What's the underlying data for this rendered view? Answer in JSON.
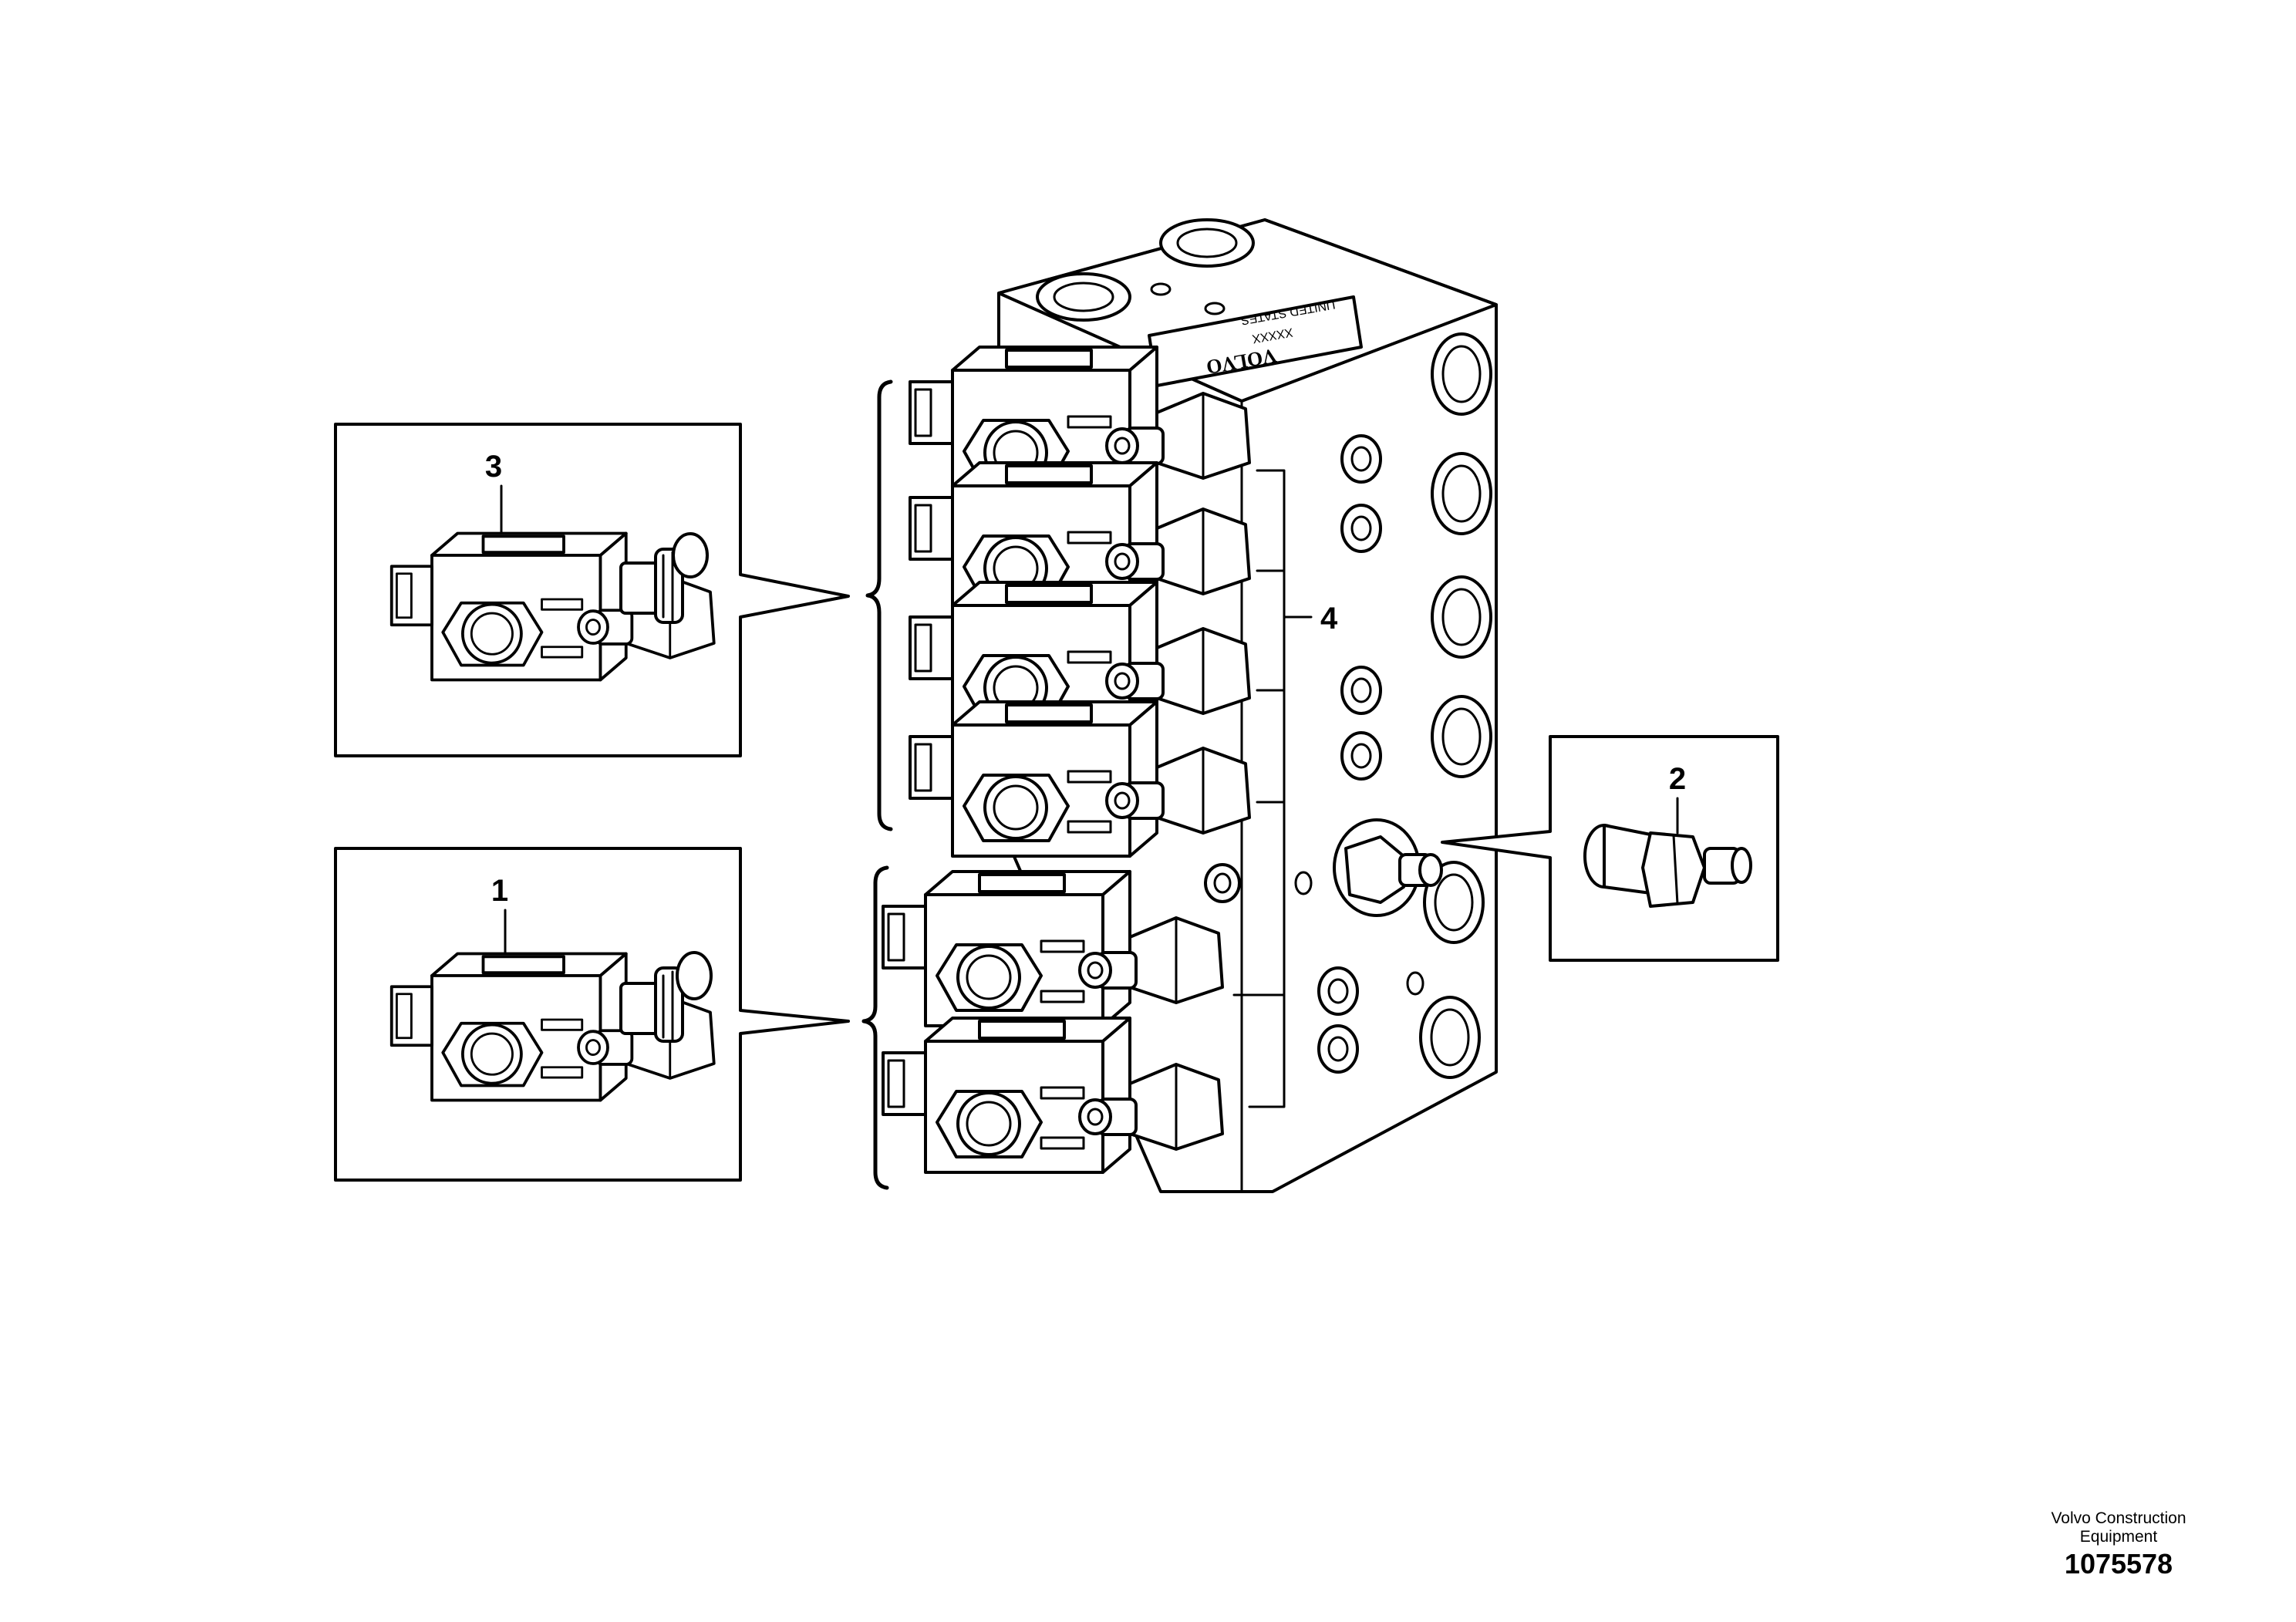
{
  "callouts": {
    "item1": "1",
    "item2": "2",
    "item3": "3",
    "item4": "4"
  },
  "plate": {
    "brand": "VOLVO",
    "line1": "XXXXX",
    "line2": "UNITED STATES"
  },
  "footer": {
    "company_line1": "Volvo Construction",
    "company_line2": "Equipment",
    "drawing_number": "1075578"
  }
}
